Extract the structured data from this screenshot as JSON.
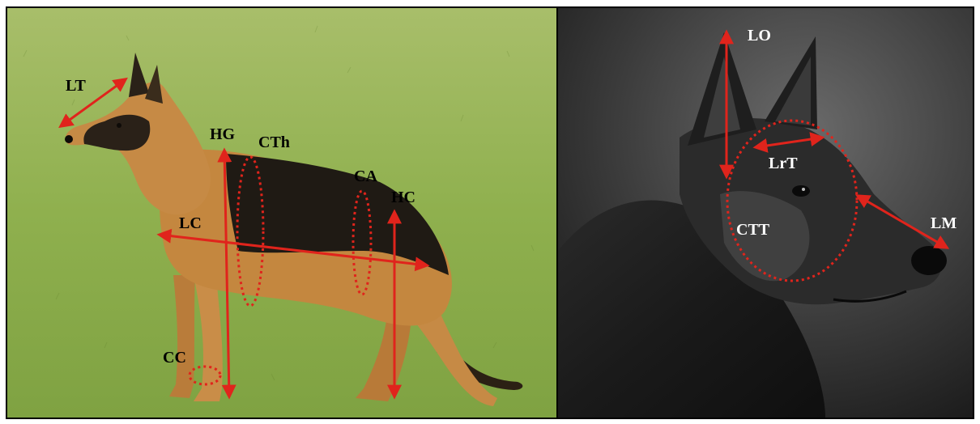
{
  "colors": {
    "arrow": "#e0241c",
    "label_left": "#000000",
    "label_right": "#ffffff",
    "grass": "#8fb04e",
    "photo_bg": "#2c2c2c"
  },
  "left_panel": {
    "photo": "german-shepherd-standing-side-view",
    "labels": {
      "LT": "LT",
      "HG": "HG",
      "CTh": "CTh",
      "CA": "CA",
      "HC": "HC",
      "LC": "LC",
      "CC": "CC"
    }
  },
  "right_panel": {
    "photo": "german-shepherd-head-portrait-monochrome",
    "labels": {
      "LO": "LO",
      "LrT": "LrT",
      "CTT": "CTT",
      "LM": "LM"
    }
  }
}
